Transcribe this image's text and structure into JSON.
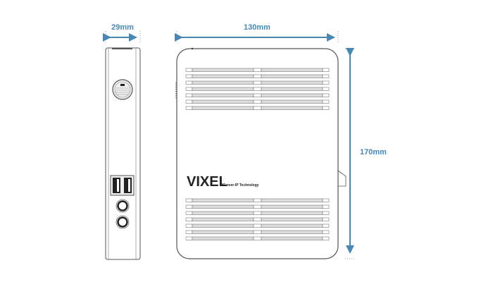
{
  "dimensions": {
    "depth": "29mm",
    "width": "130mm",
    "height": "170mm"
  },
  "brand": {
    "logo": "VIXEL",
    "tagline": "PC-over-IP Technology"
  },
  "colors": {
    "dimension": "#4a87b3",
    "outline": "#555555"
  },
  "vents": {
    "top_rows": 7,
    "bottom_rows": 7
  }
}
